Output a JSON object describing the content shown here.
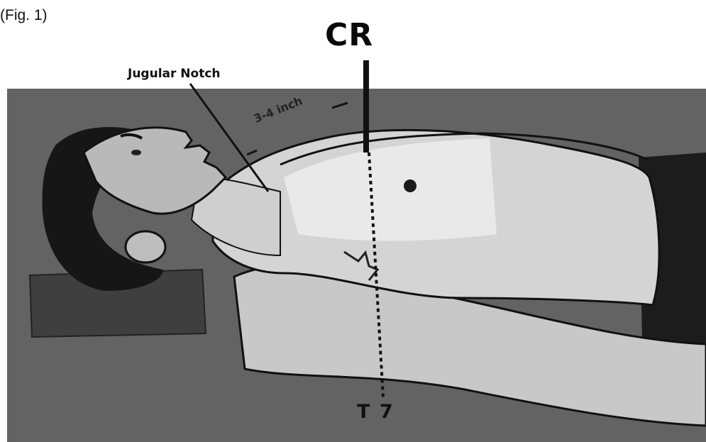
{
  "figure": {
    "figure_label": "(Fig. 1)",
    "central_ray_label": "CR",
    "landmark_label": "Jugular Notch",
    "distance_label": "3-4 inch",
    "vertebra_label": "T 7"
  },
  "colors": {
    "background": "#ffffff",
    "table": "#636363",
    "skin": "#d6d6d6",
    "skin_light": "#eeeeee",
    "hair": "#161616",
    "pillow": "#3d3d3d",
    "ink": "#111111"
  },
  "icons": [
    "central-ray-arrow-icon",
    "centerline-dotted-icon"
  ]
}
